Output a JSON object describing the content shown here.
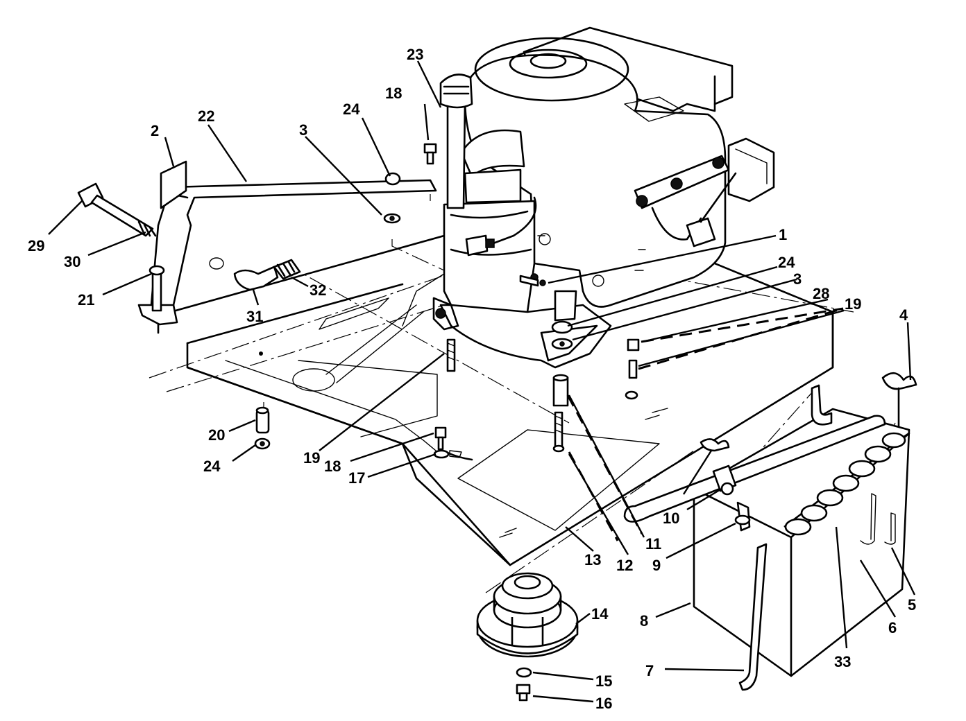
{
  "callouts": [
    {
      "id": "c1",
      "text": "1"
    },
    {
      "id": "c2",
      "text": "2"
    },
    {
      "id": "c3a",
      "text": "3"
    },
    {
      "id": "c3b",
      "text": "3"
    },
    {
      "id": "c4",
      "text": "4"
    },
    {
      "id": "c5",
      "text": "5"
    },
    {
      "id": "c6",
      "text": "6"
    },
    {
      "id": "c7",
      "text": "7"
    },
    {
      "id": "c8",
      "text": "8"
    },
    {
      "id": "c9",
      "text": "9"
    },
    {
      "id": "c10",
      "text": "10"
    },
    {
      "id": "c11",
      "text": "11"
    },
    {
      "id": "c12",
      "text": "12"
    },
    {
      "id": "c13",
      "text": "13"
    },
    {
      "id": "c14",
      "text": "14"
    },
    {
      "id": "c15",
      "text": "15"
    },
    {
      "id": "c16",
      "text": "16"
    },
    {
      "id": "c17",
      "text": "17"
    },
    {
      "id": "c18a",
      "text": "18"
    },
    {
      "id": "c18b",
      "text": "18"
    },
    {
      "id": "c19a",
      "text": "19"
    },
    {
      "id": "c19b",
      "text": "19"
    },
    {
      "id": "c20",
      "text": "20"
    },
    {
      "id": "c21",
      "text": "21"
    },
    {
      "id": "c22",
      "text": "22"
    },
    {
      "id": "c23",
      "text": "23"
    },
    {
      "id": "c24a",
      "text": "24"
    },
    {
      "id": "c24b",
      "text": "24"
    },
    {
      "id": "c24c",
      "text": "24"
    },
    {
      "id": "c28",
      "text": "28"
    },
    {
      "id": "c29",
      "text": "29"
    },
    {
      "id": "c30",
      "text": "30"
    },
    {
      "id": "c31",
      "text": "31"
    },
    {
      "id": "c32",
      "text": "32"
    },
    {
      "id": "c33",
      "text": "33"
    }
  ]
}
